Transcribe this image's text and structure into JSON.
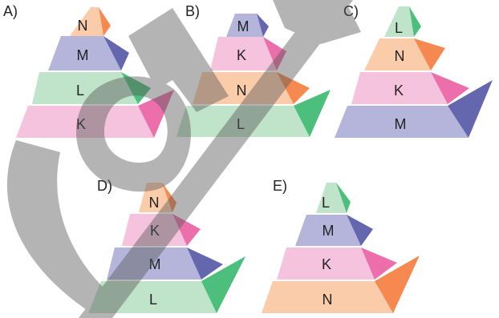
{
  "options": [
    {
      "label": "A)",
      "layers": [
        "N",
        "M",
        "L",
        "K"
      ]
    },
    {
      "label": "B)",
      "layers": [
        "M",
        "K",
        "N",
        "L"
      ]
    },
    {
      "label": "C)",
      "layers": [
        "L",
        "N",
        "K",
        "M"
      ]
    },
    {
      "label": "D)",
      "layers": [
        "N",
        "K",
        "M",
        "L"
      ]
    },
    {
      "label": "E)",
      "layers": [
        "L",
        "M",
        "K",
        "N"
      ]
    }
  ],
  "layer_colors": {
    "K": {
      "front": "#f5c3dd",
      "side": "#ec6fab"
    },
    "L": {
      "front": "#bfe4c9",
      "side": "#4cbf7c"
    },
    "M": {
      "front": "#b5b5dc",
      "side": "#6467ad"
    },
    "N": {
      "front": "#fbccaa",
      "side": "#f5894f"
    }
  },
  "watermark": {
    "color": "#5a5a5a"
  }
}
